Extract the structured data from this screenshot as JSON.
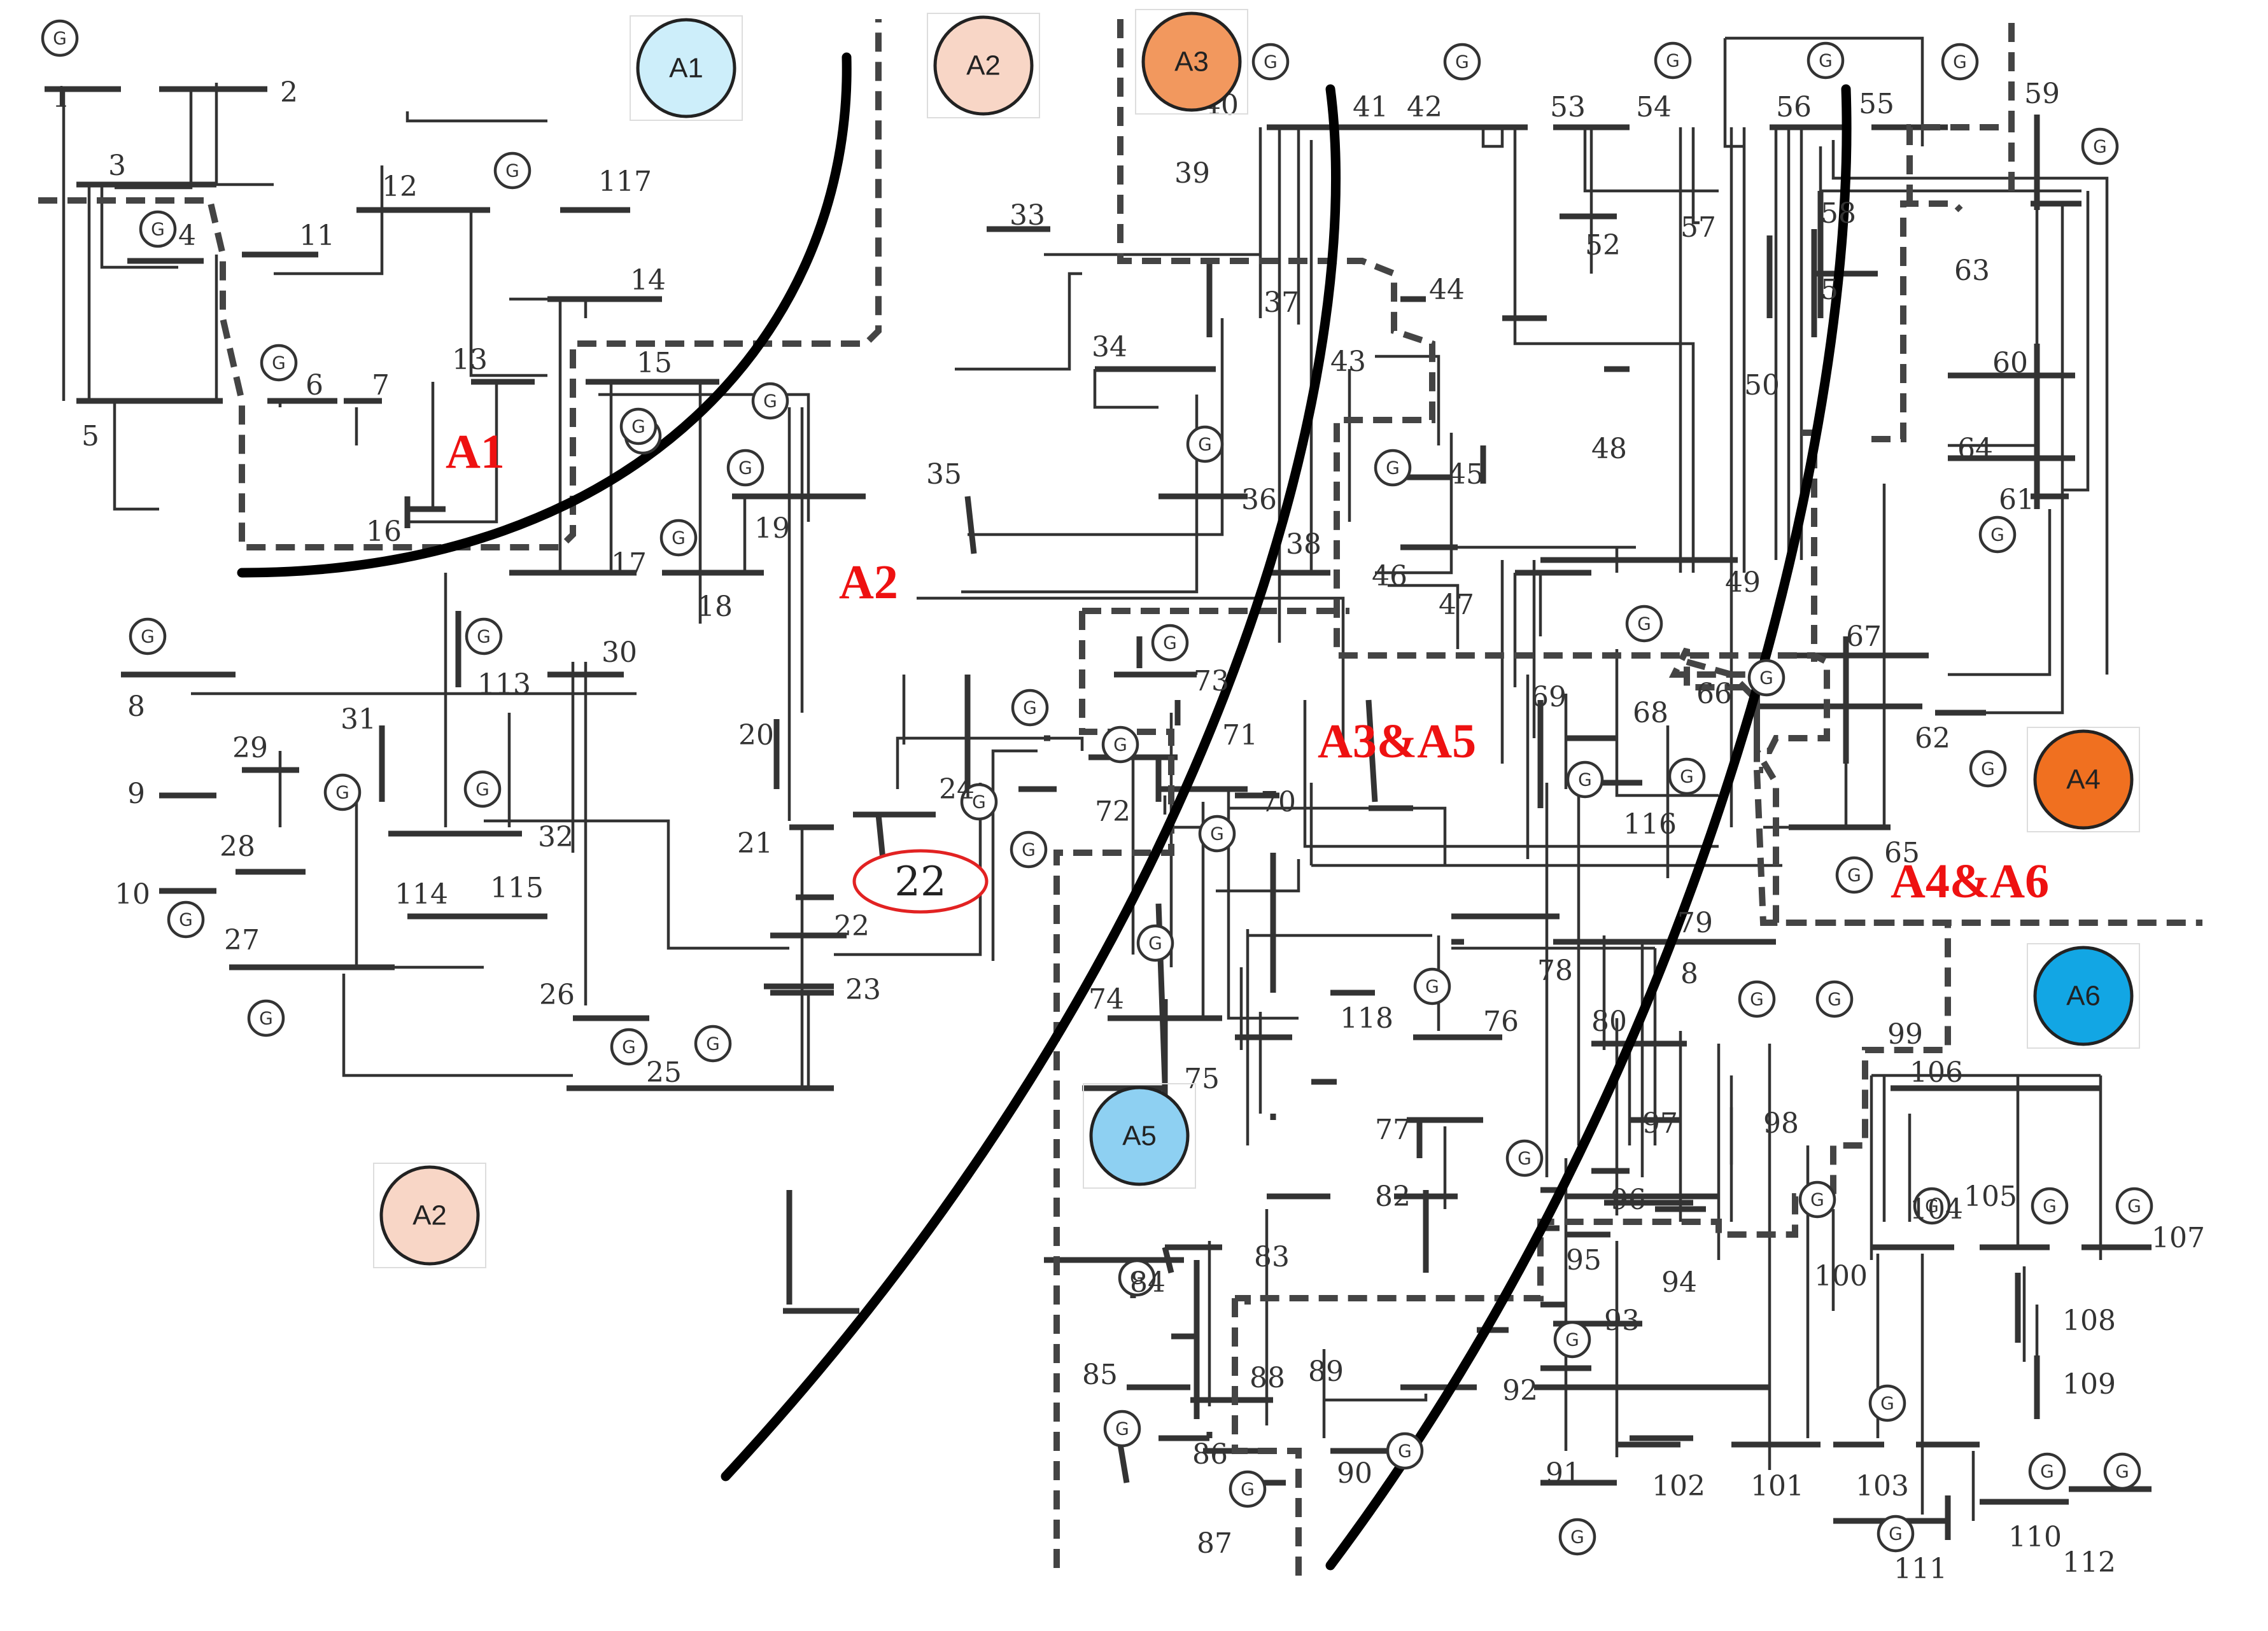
{
  "areas": [
    {
      "id": "A1",
      "label": "A1",
      "color": "#cdeefa"
    },
    {
      "id": "A2-top",
      "label": "A2",
      "color": "#f8d6c6"
    },
    {
      "id": "A3",
      "label": "A3",
      "color": "#f2985e"
    },
    {
      "id": "A4",
      "label": "A4",
      "color": "#f07020"
    },
    {
      "id": "A5",
      "label": "A5",
      "color": "#8ed0f2"
    },
    {
      "id": "A6",
      "label": "A6",
      "color": "#12a6e4"
    },
    {
      "id": "A2-bottom",
      "label": "A2",
      "color": "#f8d6c6"
    }
  ],
  "zone_labels": {
    "a1": "A1",
    "a2": "A2",
    "a3a5": "A3&A5",
    "a4a6": "A4&A6"
  },
  "highlighted_bus": "22",
  "generator_symbol": "G",
  "buses": [
    "1",
    "2",
    "3",
    "4",
    "5",
    "6",
    "7",
    "8",
    "9",
    "10",
    "11",
    "12",
    "13",
    "14",
    "15",
    "16",
    "17",
    "18",
    "19",
    "20",
    "21",
    "22",
    "23",
    "24",
    "25",
    "26",
    "27",
    "28",
    "29",
    "30",
    "31",
    "32",
    "33",
    "34",
    "35",
    "36",
    "37",
    "38",
    "39",
    "40",
    "41",
    "42",
    "43",
    "44",
    "45",
    "46",
    "47",
    "48",
    "49",
    "50",
    "5",
    "52",
    "53",
    "54",
    "55",
    "56",
    "57",
    "58",
    "59",
    "60",
    "61",
    "62",
    "63",
    "64",
    "65",
    "66",
    "67",
    "68",
    "69",
    "70",
    "71",
    "72",
    "73",
    "74",
    "75",
    "76",
    "77",
    "78",
    "79",
    "80",
    "8",
    "82",
    "83",
    "84",
    "85",
    "86",
    "87",
    "88",
    "89",
    "90",
    "91",
    "92",
    "93",
    "94",
    "95",
    "96",
    "97",
    "98",
    "99",
    "100",
    "101",
    "102",
    "103",
    "104",
    "105",
    "106",
    "107",
    "108",
    "109",
    "110",
    "111",
    "112",
    "113",
    "114",
    "115",
    "116",
    "117",
    "118"
  ]
}
